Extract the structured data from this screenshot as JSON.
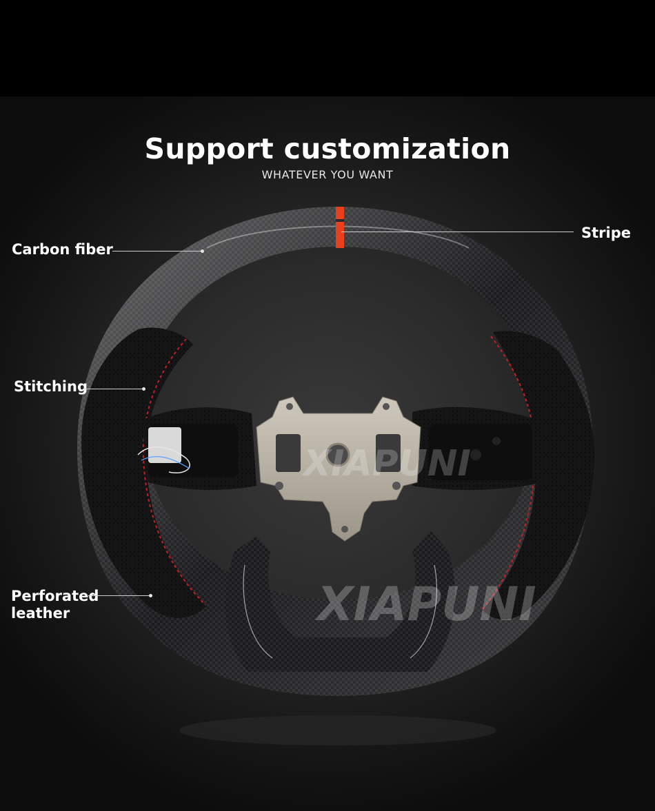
{
  "header": {
    "title": "Support customization",
    "subtitle": "WHATEVER YOU WANT"
  },
  "callouts": {
    "carbon_fiber": "Carbon fiber",
    "stripe": "Stripe",
    "stitching": "Stitching",
    "perforated_line1": "Perforated",
    "perforated_line2": "leather"
  },
  "watermark": "XIAPUNI",
  "colors": {
    "stripe": "#e8401c",
    "stitching": "#c81e1e",
    "carbon": "#1c1c1e",
    "leather": "#161616",
    "hub": "#b8b2a6"
  }
}
